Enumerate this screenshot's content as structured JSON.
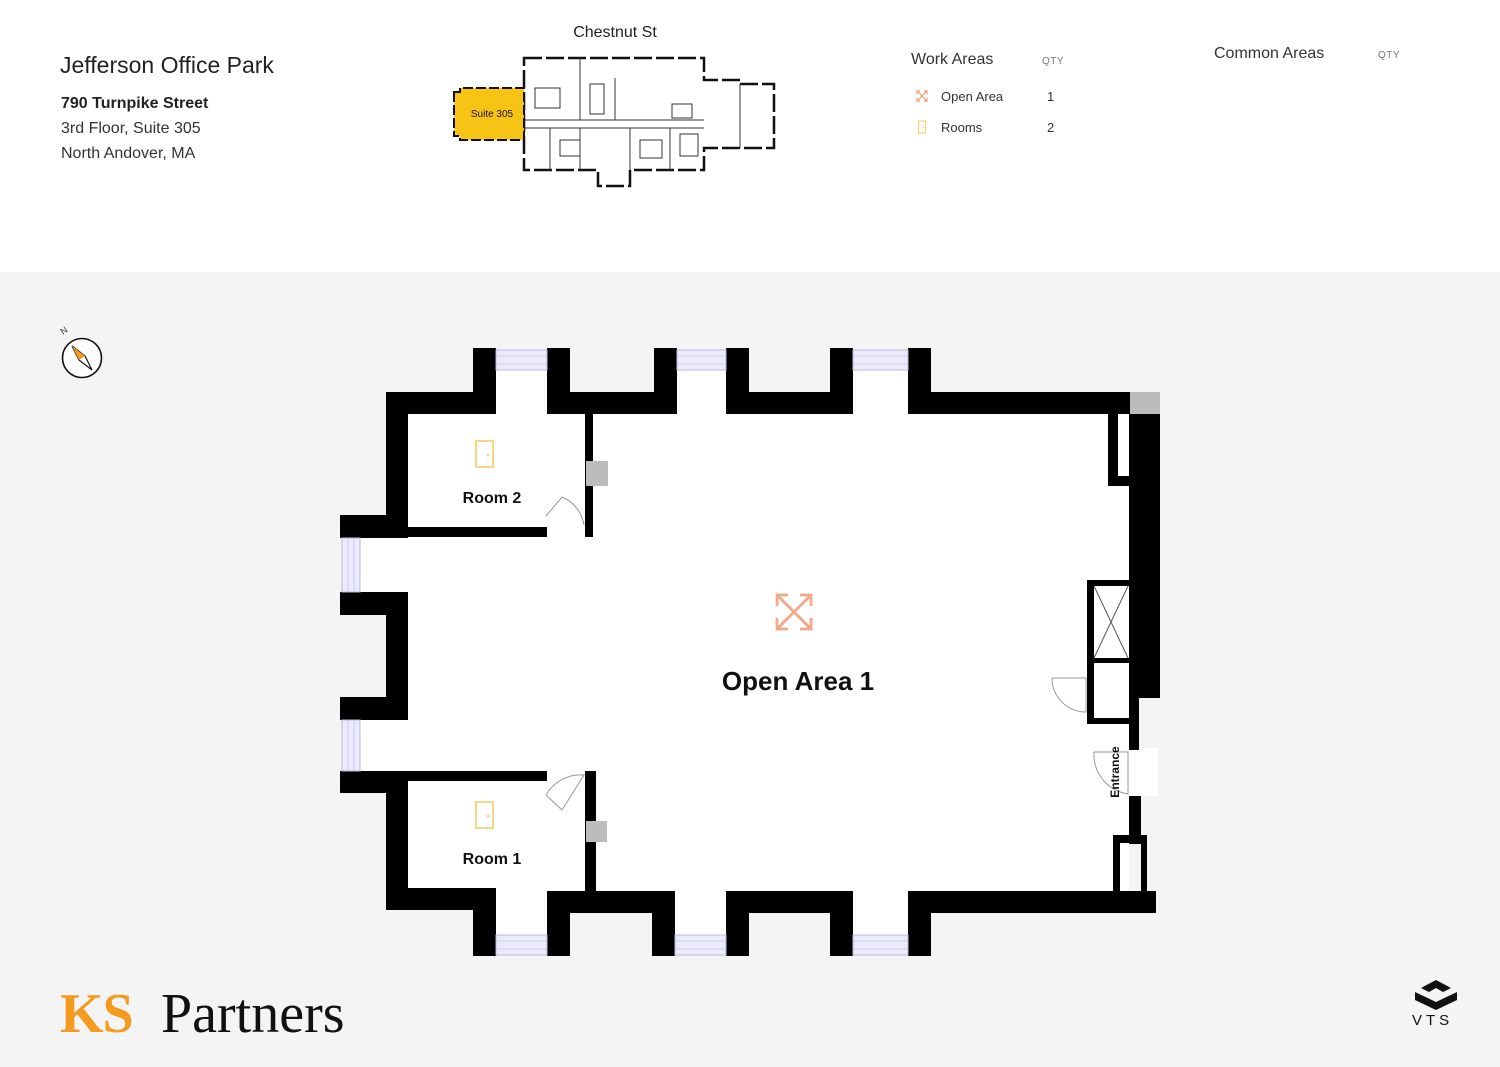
{
  "header": {
    "building_name": "Jefferson Office Park",
    "address_street": "790 Turnpike Street",
    "address_suite": "3rd Floor, Suite 305",
    "address_city": "North Andover, MA"
  },
  "key_plan": {
    "street_label": "Chestnut St",
    "highlight_label": "Suite 305",
    "highlight_color": "#f7c315"
  },
  "legend": {
    "work_areas": {
      "title": "Work Areas",
      "qty_header": "QTY",
      "items": [
        {
          "label": "Open Area",
          "qty": "1",
          "icon": "open-area-arrows-icon",
          "color": "#f2a98a"
        },
        {
          "label": "Rooms",
          "qty": "2",
          "icon": "door-icon",
          "color": "#f7d27a"
        }
      ]
    },
    "common_areas": {
      "title": "Common Areas",
      "qty_header": "QTY"
    }
  },
  "floor_plan": {
    "compass_letter": "N",
    "open_area_label": "Open Area 1",
    "room_2_label": "Room 2",
    "room_1_label": "Room 1",
    "entrance_label": "Entrance"
  },
  "branding": {
    "logo_ks": "KS",
    "logo_partners": "Partners",
    "vts_label": "VTS",
    "accent_color": "#f39a1f"
  }
}
